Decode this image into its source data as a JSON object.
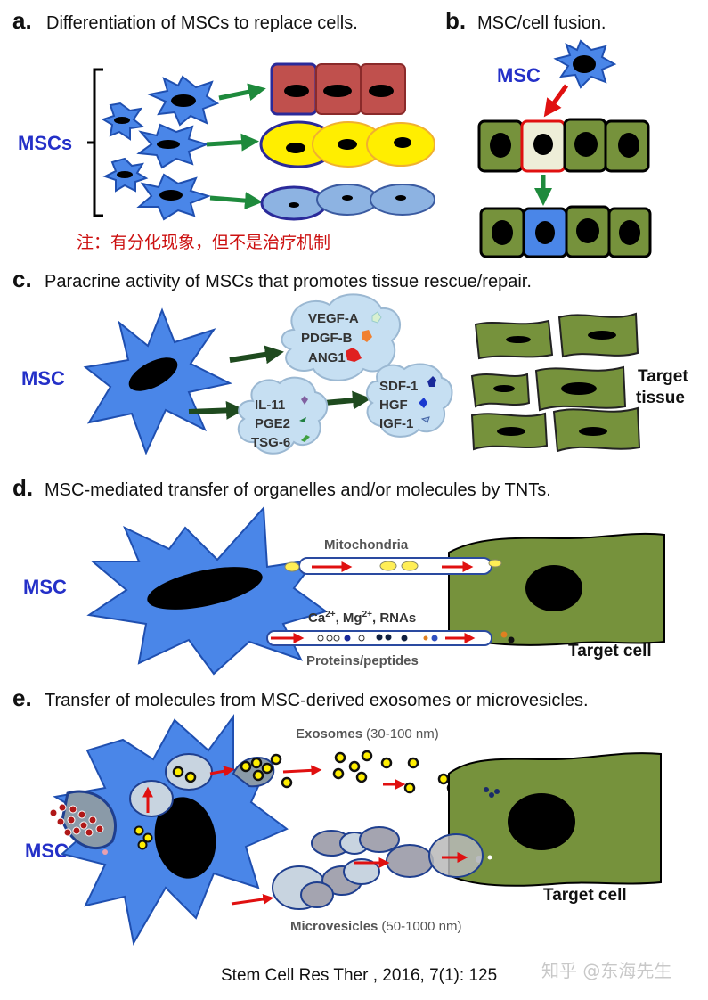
{
  "panels": {
    "a": {
      "letter": "a.",
      "title": "Differentiation of MSCs to replace cells.",
      "msc_label": "MSCs"
    },
    "b": {
      "letter": "b.",
      "title": "MSC/cell fusion.",
      "msc_label": "MSC"
    },
    "c": {
      "letter": "c.",
      "title": "Paracrine activity of MSCs that promotes tissue rescue/repair.",
      "msc_label": "MSC",
      "cloud1": [
        "VEGF-A",
        "PDGF-B",
        "ANG1"
      ],
      "cloud2": [
        "IL-11",
        "PGE2",
        "TSG-6"
      ],
      "cloud3": [
        "SDF-1",
        "HGF",
        "IGF-1"
      ],
      "target_line1": "Target",
      "target_line2": "tissue"
    },
    "d": {
      "letter": "d.",
      "title": "MSC-mediated transfer of organelles and/or molecules by TNTs.",
      "msc_label": "MSC",
      "mito": "Mitochondria",
      "proteins": "Proteins/peptides",
      "target": "Target cell"
    },
    "e": {
      "letter": "e.",
      "title": "Transfer of molecules from MSC-derived exosomes or microvesicles.",
      "msc_label": "MSC",
      "exo_bold": "Exosomes",
      "exo_range": "(30-100 nm)",
      "micro_bold": "Microvesicles",
      "micro_range": "(50-1000 nm)",
      "target": "Target cell"
    }
  },
  "note": "注：有分化现象，但不是治疗机制",
  "citation": "Stem Cell Res Ther , 2016, 7(1): 125",
  "watermark": "知乎 @东海先生",
  "colors": {
    "msc_blue": "#4a86e8",
    "muscle_red": "#c0504d",
    "fat_yellow": "#ffee00",
    "tissue_green": "#76923c",
    "arrow_green": "#1e8a3c",
    "arrow_red": "#e01010",
    "label_blue": "#2430c8"
  }
}
